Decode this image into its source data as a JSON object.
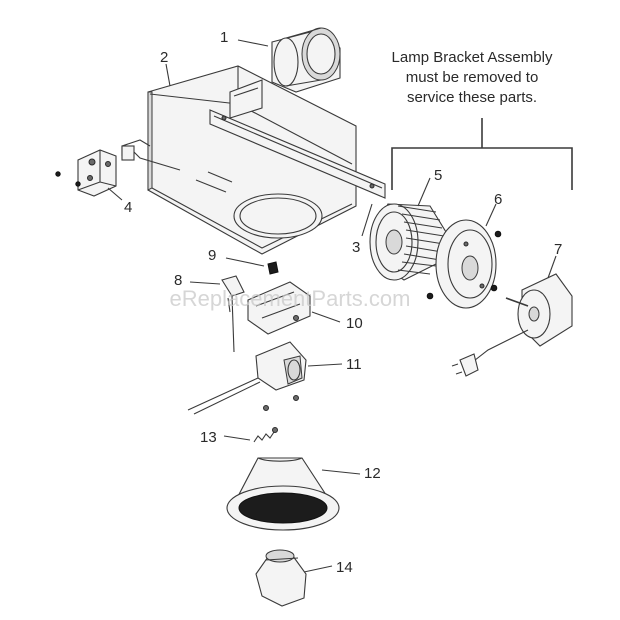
{
  "note": {
    "lines": [
      "Lamp Bracket Assembly",
      "must be removed to",
      "service these parts."
    ]
  },
  "parts": [
    {
      "id": "1",
      "label": "1"
    },
    {
      "id": "2",
      "label": "2"
    },
    {
      "id": "3",
      "label": "3"
    },
    {
      "id": "4",
      "label": "4"
    },
    {
      "id": "5",
      "label": "5"
    },
    {
      "id": "6",
      "label": "6"
    },
    {
      "id": "7",
      "label": "7"
    },
    {
      "id": "8",
      "label": "8"
    },
    {
      "id": "9",
      "label": "9"
    },
    {
      "id": "10",
      "label": "10"
    },
    {
      "id": "11",
      "label": "11"
    },
    {
      "id": "12",
      "label": "12"
    },
    {
      "id": "13",
      "label": "13"
    },
    {
      "id": "14",
      "label": "14"
    }
  ],
  "watermark": "eReplacementParts.com",
  "colors": {
    "line": "#3a3a3a",
    "text": "#2a2a2a",
    "watermark": "#c9c9c9"
  }
}
